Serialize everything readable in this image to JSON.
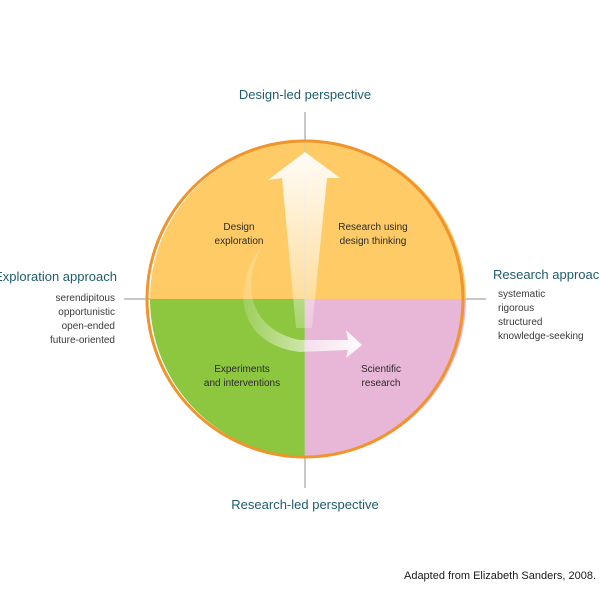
{
  "perspectives": {
    "top": "Design-led perspective",
    "bottom": "Research-led perspective"
  },
  "approaches": {
    "left": {
      "title": "Exploration approach",
      "items": [
        "serendipitous",
        "opportunistic",
        "open-ended",
        "future-oriented"
      ]
    },
    "right": {
      "title": "Research approach",
      "items": [
        "systematic",
        "rigorous",
        "structured",
        "knowledge-seeking"
      ]
    }
  },
  "quadrants": {
    "top_left": [
      "Design",
      "exploration"
    ],
    "top_right": [
      "Research using",
      "design thinking"
    ],
    "bottom_left": [
      "Experiments",
      "and interventions"
    ],
    "bottom_right": [
      "Scientific",
      "research"
    ]
  },
  "colors": {
    "top_half": "#fecb66",
    "bottom_left": "#8dc63f",
    "bottom_right": "#e8b6d6",
    "outline": "#f0942b",
    "axis": "#c8c8c8",
    "title_text": "#1f5c6e"
  },
  "credit": "Adapted from Elizabeth Sanders, 2008."
}
